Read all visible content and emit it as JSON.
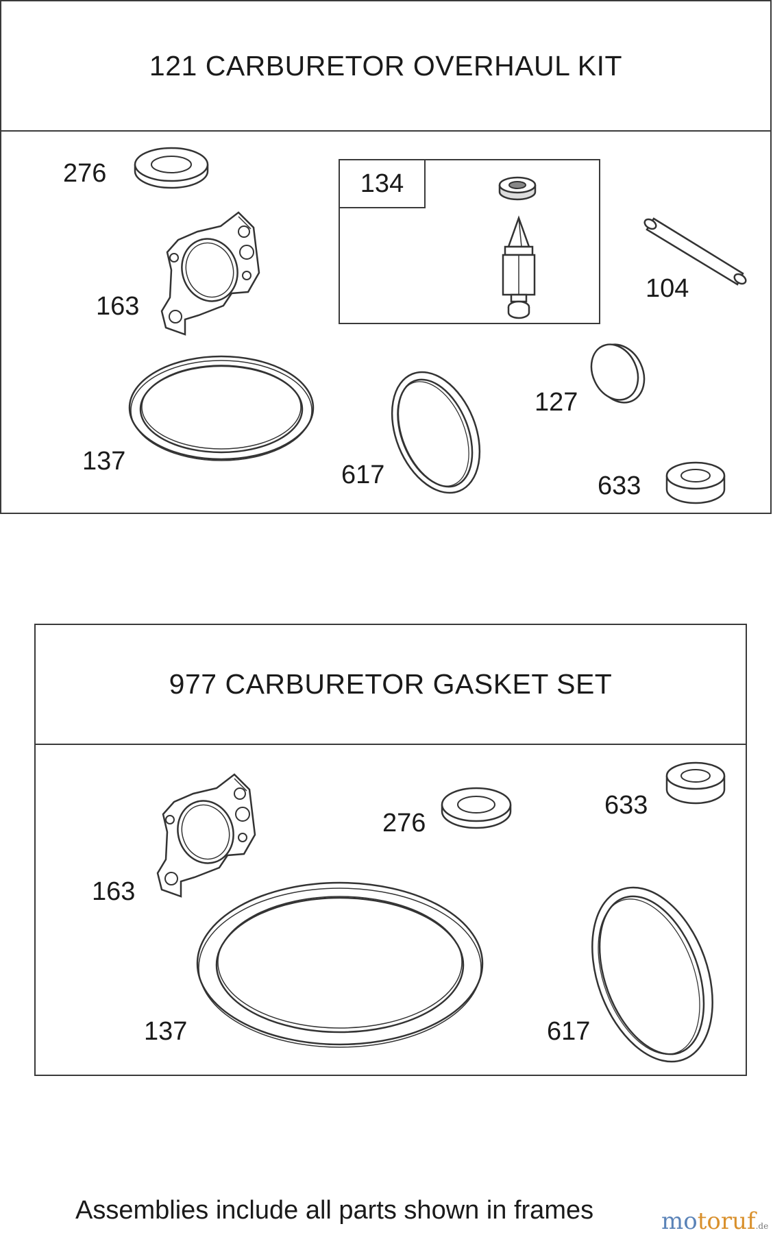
{
  "kits": [
    {
      "title": "121 CARBURETOR OVERHAUL KIT",
      "labels": {
        "p276": "276",
        "p163": "163",
        "p134": "134",
        "p104": "104",
        "p127": "127",
        "p137": "137",
        "p617": "617",
        "p633": "633"
      }
    },
    {
      "title": "977 CARBURETOR GASKET SET",
      "labels": {
        "p163": "163",
        "p276": "276",
        "p633": "633",
        "p137": "137",
        "p617": "617"
      }
    }
  ],
  "footer": "Assemblies include all parts shown in frames",
  "watermark": {
    "brand_a": "mo",
    "brand_b": "toruf",
    "tld": ".de"
  },
  "colors": {
    "line": "#3a3a3a",
    "watermark_blue": "#5a83b8",
    "watermark_orange": "#d9902c"
  }
}
